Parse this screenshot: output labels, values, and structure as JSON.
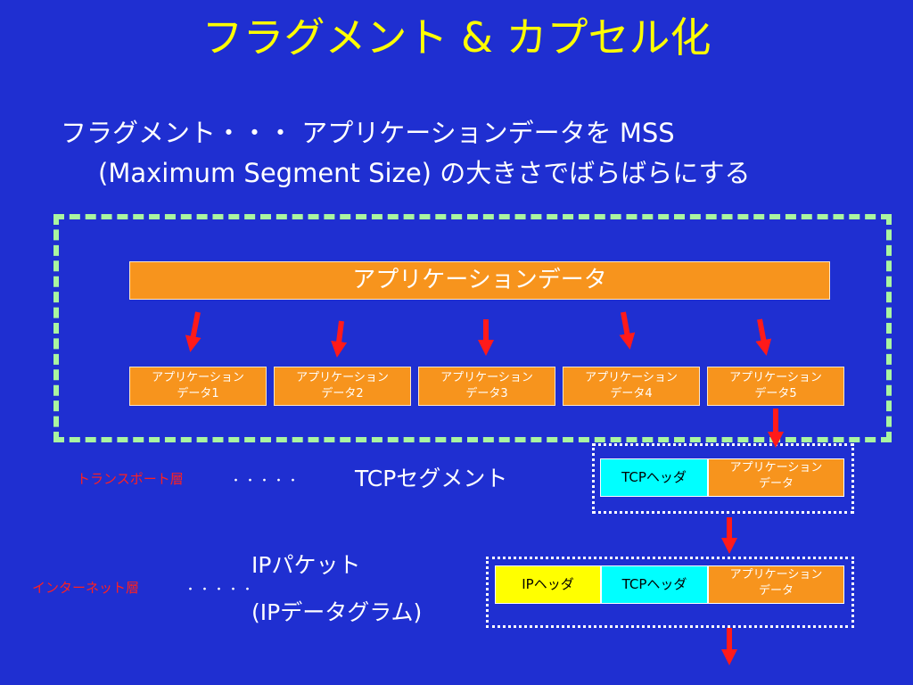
{
  "title": "フラグメント & カプセル化",
  "description": {
    "line1": "フラグメント・・・ アプリケーションデータを MSS",
    "line2": "(Maximum Segment Size) の大きさでばらばらにする"
  },
  "app_data_label": "アプリケーションデータ",
  "fragments": [
    {
      "line1": "アプリケーション",
      "line2": "データ1"
    },
    {
      "line1": "アプリケーション",
      "line2": "データ2"
    },
    {
      "line1": "アプリケーション",
      "line2": "データ3"
    },
    {
      "line1": "アプリケーション",
      "line2": "データ4"
    },
    {
      "line1": "アプリケーション",
      "line2": "データ5"
    }
  ],
  "transport": {
    "layer_label": "トランスポート層",
    "dots": "・・・・・",
    "unit_label": "TCPセグメント",
    "tcp_header": "TCPヘッダ",
    "data_line1": "アプリケーション",
    "data_line2": "データ"
  },
  "internet": {
    "layer_label": "インターネット層",
    "dots": "・・・・・",
    "unit_label_1": "IPパケット",
    "unit_label_2": "(IPデータグラム)",
    "ip_header": "IPヘッダ",
    "tcp_header": "TCPヘッダ",
    "data_line1": "アプリケーション",
    "data_line2": "データ"
  },
  "colors": {
    "background": "#1f2fd1",
    "title": "#ffff00",
    "data_block": "#f7941d",
    "tcp_header": "#00ffff",
    "ip_header": "#ffff00",
    "arrow": "#ff1a1a",
    "layer_label": "#ff2020",
    "dashed_frame": "#aaf5a0"
  }
}
